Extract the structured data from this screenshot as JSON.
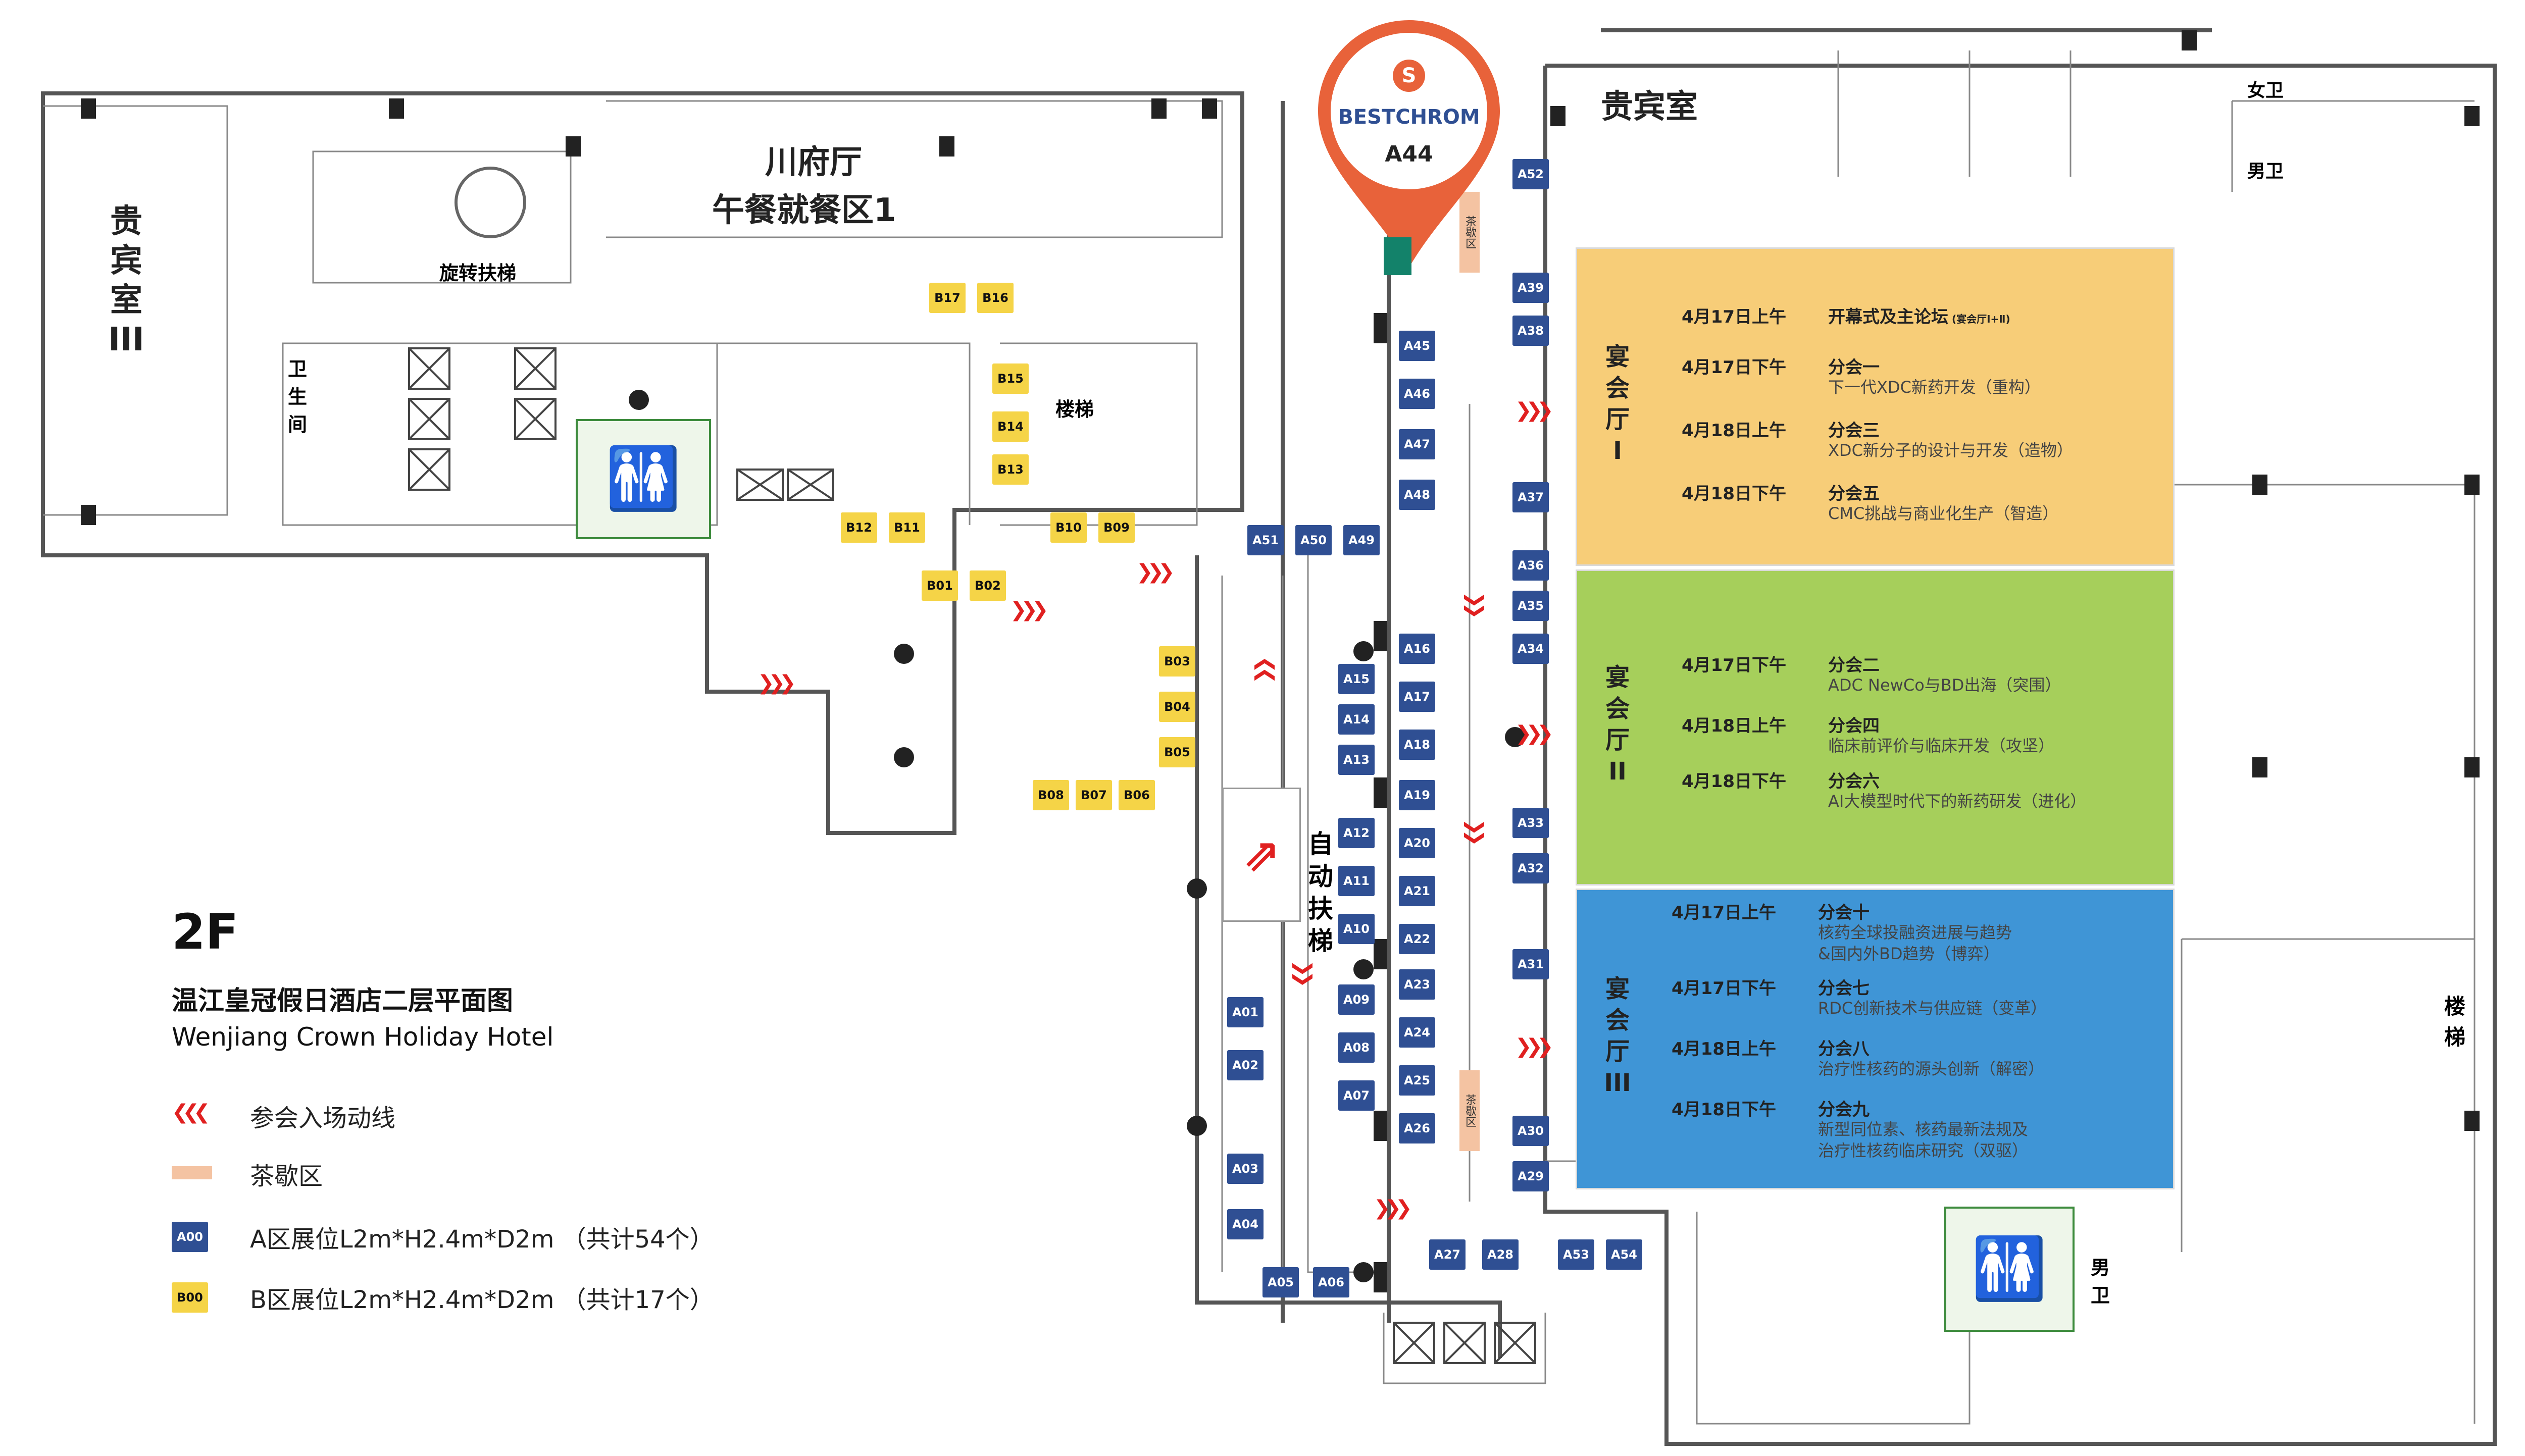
{
  "floor": "2F",
  "title_cn": "温江皇冠假日酒店二层平面图",
  "title_en": "Wenjiang Crown Holiday Hotel",
  "marker": {
    "brand": "BESTCHROM",
    "booth": "A44",
    "color": "#e8623a"
  },
  "rooms": {
    "vip_left": "贵宾室",
    "vip_left_num": "III",
    "vip_top": "贵宾室",
    "chuanfu": "川府厅",
    "lunch": "午餐就餐区1",
    "spiral_stair": "旋转扶梯",
    "restroom": "卫生间",
    "stairs": "楼梯",
    "escalator": "自动扶梯",
    "female_wc": "女卫",
    "male_wc": "男卫",
    "male_wc2": "男卫",
    "stairs_right": "楼梯",
    "tea": "茶歇区"
  },
  "halls": [
    {
      "name": "宴会厅",
      "num": "I",
      "color": "#f7cd78",
      "sessions": [
        {
          "date": "4月17日上午",
          "name": "开幕式及主论坛",
          "note": "(宴会厅Ⅰ+Ⅱ)",
          "sub": ""
        },
        {
          "date": "4月17日下午",
          "name": "分会一",
          "note": "",
          "sub": "下一代XDC新药开发（重构）"
        },
        {
          "date": "4月18日上午",
          "name": "分会三",
          "note": "",
          "sub": "XDC新分子的设计与开发（造物）"
        },
        {
          "date": "4月18日下午",
          "name": "分会五",
          "note": "",
          "sub": "CMC挑战与商业化生产（智造）"
        }
      ]
    },
    {
      "name": "宴会厅",
      "num": "II",
      "color": "#a6cf5b",
      "sessions": [
        {
          "date": "4月17日下午",
          "name": "分会二",
          "note": "",
          "sub": "ADC NewCo与BD出海（突围）"
        },
        {
          "date": "4月18日上午",
          "name": "分会四",
          "note": "",
          "sub": "临床前评价与临床开发（攻坚）"
        },
        {
          "date": "4月18日下午",
          "name": "分会六",
          "note": "",
          "sub": "AI大模型时代下的新药研发（进化）"
        }
      ]
    },
    {
      "name": "宴会厅",
      "num": "III",
      "color": "#3f95d6",
      "sessions": [
        {
          "date": "4月17日上午",
          "name": "分会十",
          "note": "",
          "sub": "核药全球投融资进展与趋势",
          "sub2": "&国内外BD趋势（博弈）"
        },
        {
          "date": "4月17日下午",
          "name": "分会七",
          "note": "",
          "sub": "RDC创新技术与供应链（变革）",
          "sub2": ""
        },
        {
          "date": "4月18日上午",
          "name": "分会八",
          "note": "",
          "sub": "治疗性核药的源头创新（解密）",
          "sub2": ""
        },
        {
          "date": "4月18日下午",
          "name": "分会九",
          "note": "",
          "sub": "新型同位素、核药最新法规及",
          "sub2": "治疗性核药临床研究（双驱）"
        }
      ]
    }
  ],
  "booths_a": [
    "A01",
    "A02",
    "A03",
    "A04",
    "A05",
    "A06",
    "A07",
    "A08",
    "A09",
    "A10",
    "A11",
    "A12",
    "A13",
    "A14",
    "A15",
    "A16",
    "A17",
    "A18",
    "A19",
    "A20",
    "A21",
    "A22",
    "A23",
    "A24",
    "A25",
    "A26",
    "A27",
    "A28",
    "A29",
    "A30",
    "A31",
    "A32",
    "A33",
    "A34",
    "A35",
    "A36",
    "A37",
    "A38",
    "A39",
    "A45",
    "A46",
    "A47",
    "A48",
    "A49",
    "A50",
    "A51",
    "A52",
    "A53",
    "A54"
  ],
  "booths_b": [
    "B01",
    "B02",
    "B03",
    "B04",
    "B05",
    "B06",
    "B07",
    "B08",
    "B10",
    "B09",
    "B11",
    "B12",
    "B13",
    "B14",
    "B15",
    "B16",
    "B17"
  ],
  "legend": {
    "entry_route": "参会入场动线",
    "tea_break": "茶歇区",
    "a_swatch": "A00",
    "a_zone": "A区展位L2m*H2.4m*D2m （共计54个）",
    "b_swatch": "B00",
    "b_zone": "B区展位L2m*H2.4m*D2m （共计17个）"
  },
  "colors": {
    "a_booth": "#2f4f93",
    "b_booth": "#f5d447",
    "arrow": "#e02020",
    "tea": "#f4c3a2",
    "wall": "#555555"
  }
}
